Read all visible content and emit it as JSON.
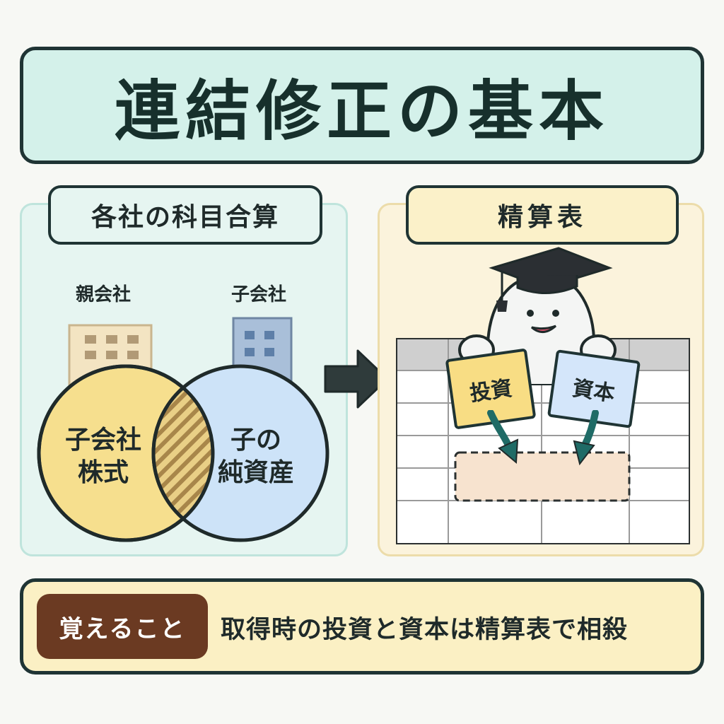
{
  "title": "連結修正の基本",
  "left_panel": {
    "heading": "各社の科目合算",
    "parent_label": "親会社",
    "subsidiary_label": "子会社",
    "venn_left_line1": "子会社",
    "venn_left_line2": "株式",
    "venn_right_line1": "子の",
    "venn_right_line2": "純資産",
    "colors": {
      "parent": "#f6df8e",
      "subsidiary": "#cde3f8",
      "overlap_hatch": "#a8864a"
    }
  },
  "right_panel": {
    "heading": "精算表",
    "sign_investment": "投資",
    "sign_capital": "資本",
    "colors": {
      "target_area": "#f7e3cf",
      "arrow": "#1f6b66"
    }
  },
  "bottom": {
    "badge": "覚えること",
    "summary": "取得時の投資と資本は精算表で相殺"
  },
  "icons": [
    "parent-building-icon",
    "subsidiary-building-icon",
    "arrow-right-icon",
    "mascot-graduate-icon",
    "arrow-down-icon"
  ]
}
